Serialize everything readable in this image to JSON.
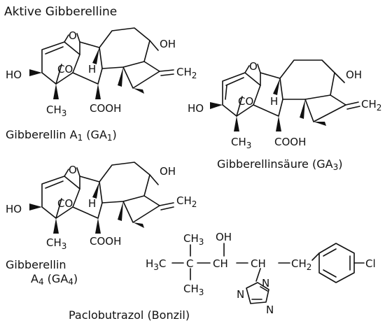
{
  "title": "Aktive Gibberelline",
  "atoms": {
    "oh": "OH",
    "ho": "HO",
    "o": "O",
    "co": "CO",
    "h": "H",
    "ch3": "CH",
    "sub3": "3",
    "cooh": "COOH",
    "ch2": "CH",
    "sub2": "2",
    "h3c": "H",
    "c": "C",
    "ch": "CH",
    "cl": "Cl",
    "n": "N"
  },
  "labels": {
    "ga1_prefix": "Gibberellin A",
    "ga1_mid": " (GA",
    "ga1_sub": "1",
    "ga1_close": ")",
    "ga3_prefix": "Gibberellinsäure (GA",
    "ga3_sub": "3",
    "ga3_close": ")",
    "ga4_line1": "Gibberellin",
    "ga4_prefix": "A",
    "ga4_sub": "4",
    "ga4_mid": " (GA",
    "ga4_close": ")",
    "paclo": "Paclobutrazol (Bonzil)"
  }
}
